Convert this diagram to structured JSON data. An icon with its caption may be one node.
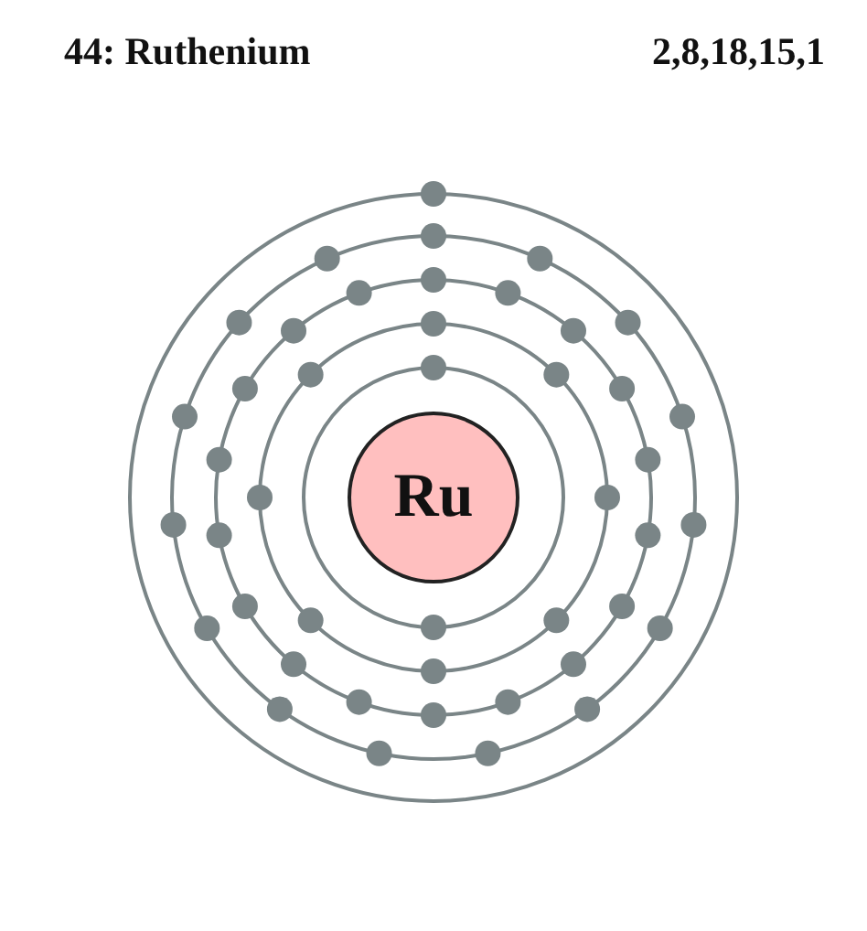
{
  "diagram": {
    "title": "44: Ruthenium",
    "nodes": [
      {
        "text": [
          "Ru"
        ]
      }
    ],
    "labels": [
      "2,8,18,15,1"
    ]
  }
}
